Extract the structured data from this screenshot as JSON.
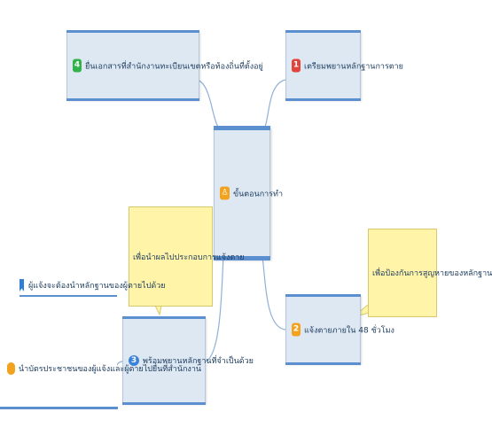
{
  "center": {
    "icon": "person-icon",
    "label": "ขั้นตอนการทำ"
  },
  "branches": [
    {
      "number": "1",
      "color": "#e0443a",
      "text": "เตรียมพยานหลักฐานการตาย"
    },
    {
      "number": "2",
      "color": "#f2a21d",
      "text": "แจ้งตายภายใน 48 ชั่วโมง"
    },
    {
      "number": "3",
      "color": "#3b82d9",
      "text": "พร้อมพยานหลักฐานที่จำเป็นด้วย"
    },
    {
      "number": "4",
      "color": "#31b24a",
      "text": "ยื่นเอกสารที่สำนักงานทะเบียนเขตหรือท้องถิ่นที่ตั้งอยู่"
    }
  ],
  "callouts": {
    "right": "เพื่อป้องกันการสูญหายของหลักฐาน",
    "middle": "เพื่อนำผลไปประกอบการแจ้งตาย"
  },
  "left_items": [
    {
      "icon": "bookmark-icon",
      "color": "#2f7fd6",
      "text": "ผู้แจ้งจะต้องนำหลักฐานของผู้ตายไปด้วย"
    },
    {
      "icon": "info-circle-icon",
      "color": "#f2a21d",
      "text": "นำบัตรประชาชนของผู้แจ้งและผู้ตายไปยื่นที่สำนักงาน"
    }
  ]
}
